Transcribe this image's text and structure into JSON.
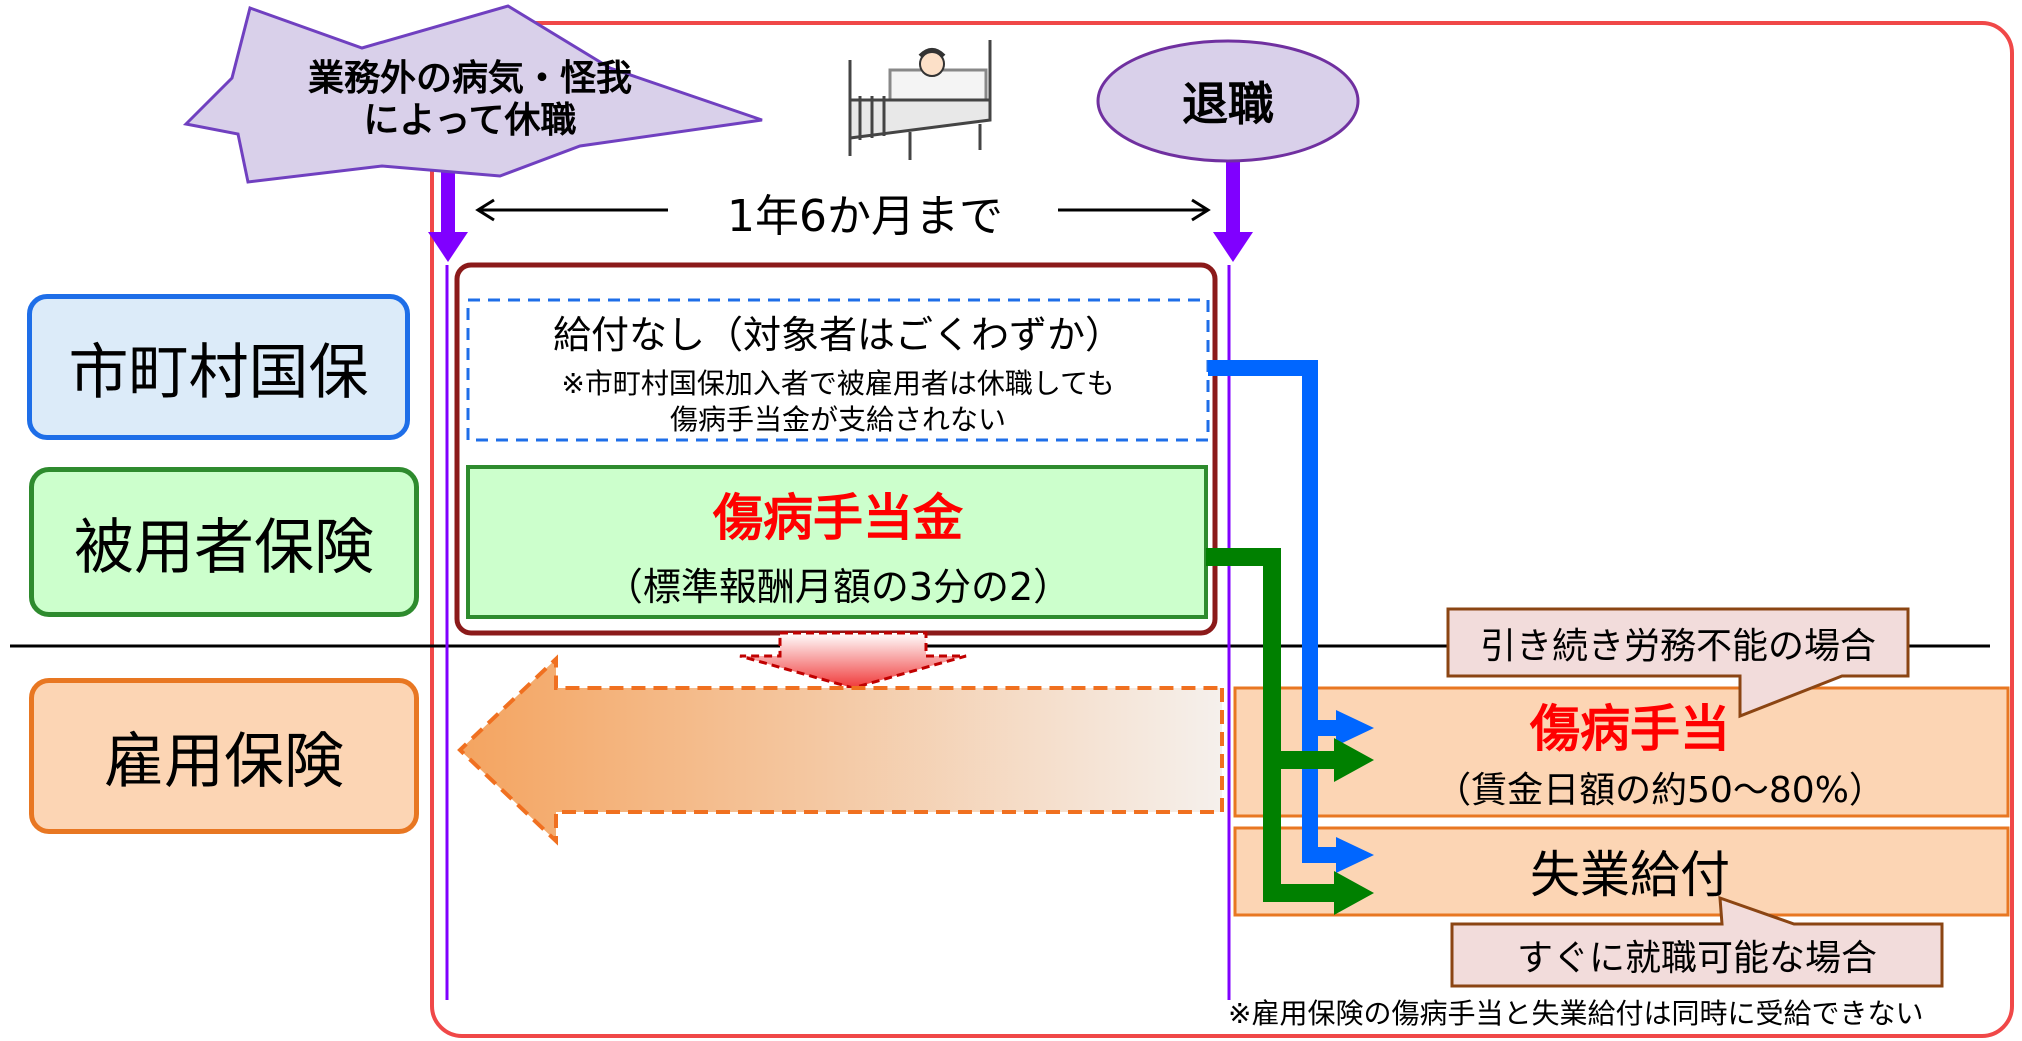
{
  "event_leave": "業務外の病気・怪我\nによって休職",
  "event_retire": "退職",
  "period_label": "1年6か月まで",
  "rows": {
    "kokuho": "市町村国保",
    "hiyosha": "被用者保険",
    "koyo": "雇用保険"
  },
  "kokuho_box": {
    "title": "給付なし（対象者はごくわずか）",
    "note": "※市町村国保加入者で被雇用者は休職しても\n傷病手当金が支給されない"
  },
  "hiyosha_box": {
    "title": "傷病手当金",
    "sub": "（標準報酬月額の3分の2）"
  },
  "koyo_right": {
    "title": "傷病手当",
    "sub": "（賃金日額の約50～80%）",
    "unemployment": "失業給付"
  },
  "callouts": {
    "continued": "引き続き労務不能の場合",
    "employable": "すぐに就職可能な場合"
  },
  "footnote": "※雇用保険の傷病手当と失業給付は同時に受給できない",
  "colors": {
    "frame": "#f04848",
    "purple": "#8000ff",
    "blue": "#0066ff",
    "green": "#008000",
    "red_text": "#ff0000",
    "orange": "#e87722",
    "dark_red": "#8b1a1a"
  }
}
